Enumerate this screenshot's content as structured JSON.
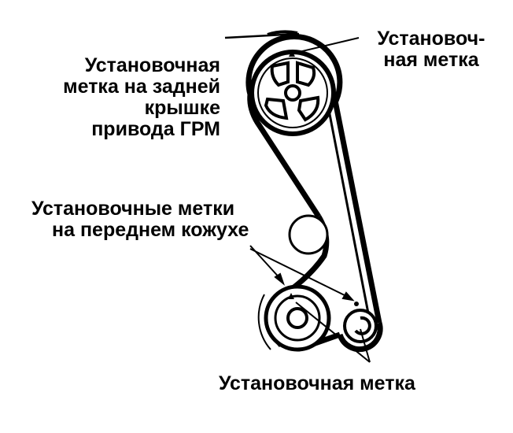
{
  "labels": {
    "rear_cover_mark": [
      "Установочная",
      "метка на задней",
      "крышке",
      "привода ГРМ"
    ],
    "top_right_mark": [
      "Установоч-",
      "ная метка"
    ],
    "front_housing_marks": [
      "Установочные метки",
      "на переднем кожухе"
    ],
    "bottom_mark": "Установочная метка"
  },
  "colors": {
    "ink": "#000000",
    "paper": "#ffffff"
  },
  "icons": {
    "camshaft": "camshaft-sprocket-icon",
    "idler": "idler-pulley-icon",
    "crank": "crankshaft-sprocket-icon",
    "pump": "oil-pump-sprocket-icon"
  }
}
